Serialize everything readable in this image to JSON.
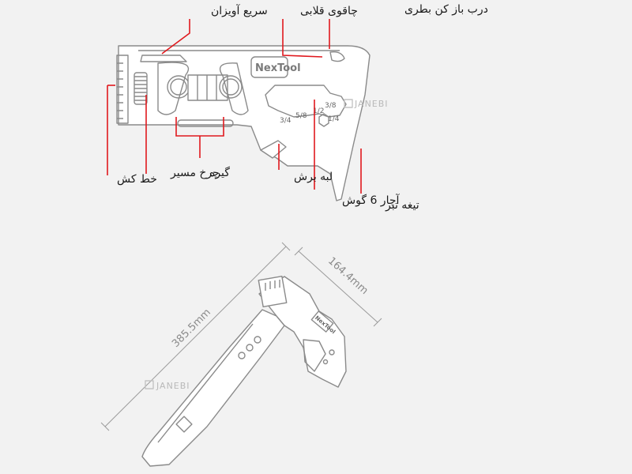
{
  "labels": {
    "quick_hanger": "سریع آویزان",
    "hook_knife": "چاقوی قلابی",
    "bottle_opener": "درب باز کن بطری",
    "ruler": "خط کش",
    "direction_wheel": "چرخ مسیر",
    "clamp": "گیره",
    "cutting_edge": "لبه برش",
    "hex_wrench": "آچار 6 گوش",
    "axe_blade": "تیغه تبر"
  },
  "tool_text": {
    "brand": "NexTool",
    "sizes": [
      "3/4",
      "5/8",
      "1/2",
      "3/8",
      "1/4"
    ]
  },
  "watermark": "JANEBI",
  "dimensions": {
    "length": "385.5mm",
    "width": "164.4mm"
  },
  "colors": {
    "leader": "#e0191e",
    "outline": "#8a8a8a",
    "background": "#f2f2f2"
  }
}
